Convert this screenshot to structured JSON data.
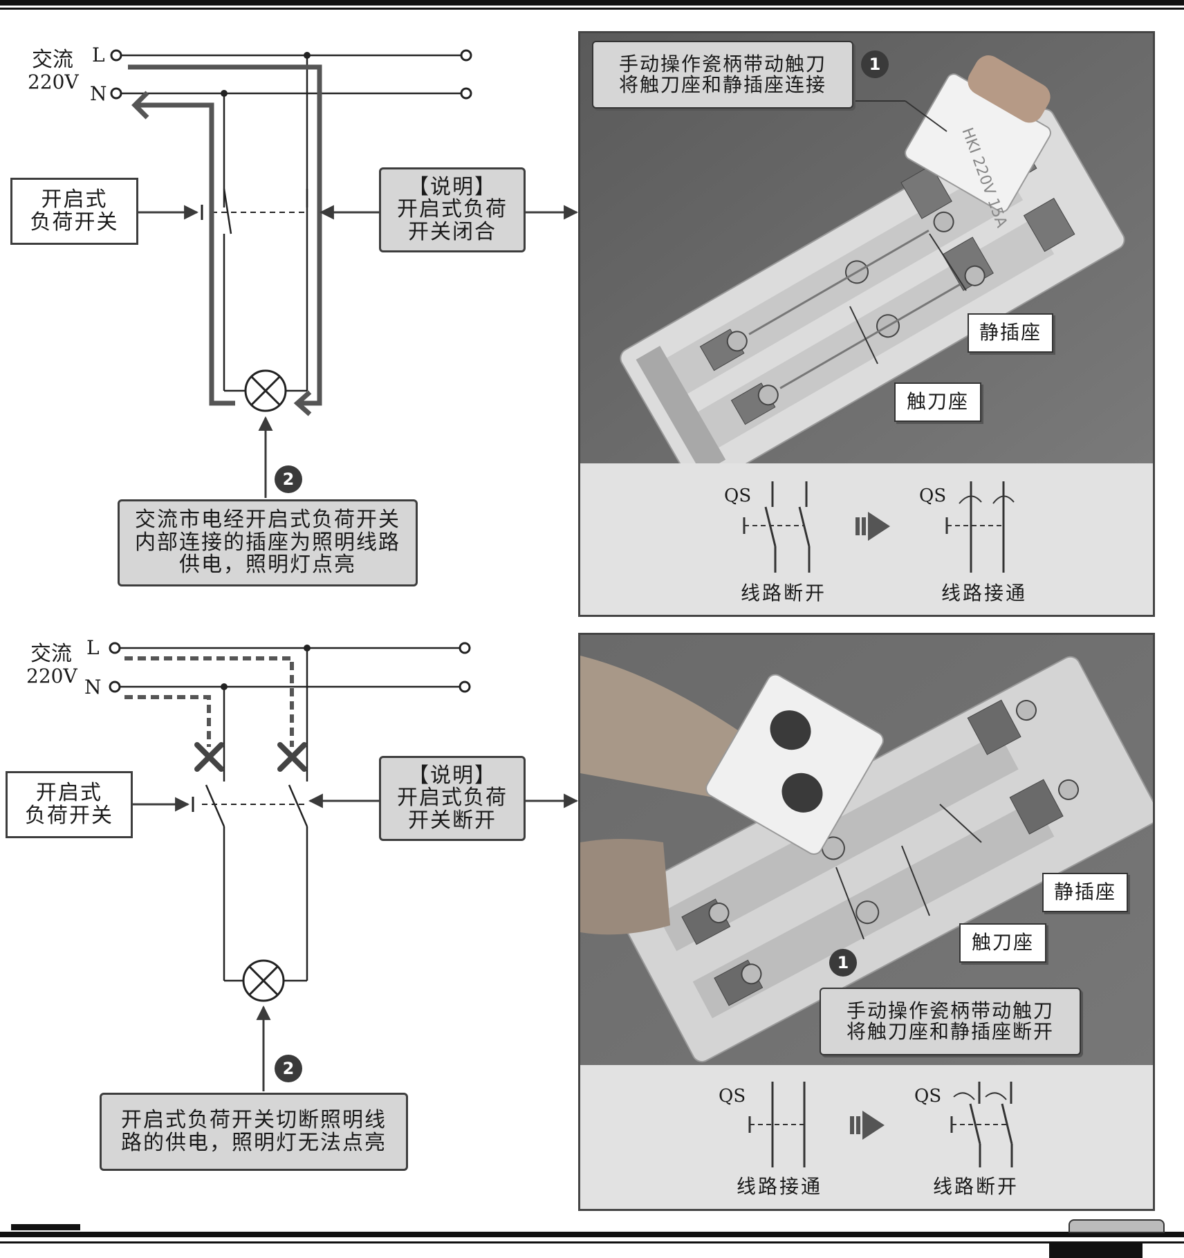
{
  "top": {
    "supply_label_1": "交流",
    "supply_label_2": "220V",
    "l_label": "L",
    "n_label": "N",
    "switch_label": "开启式\n负荷开关",
    "note": "【说明】\n开启式负荷\n开关闭合",
    "step1_text": "手动操作瓷柄带动触刀\n将触刀座和静插座连接",
    "step1_badge": "1",
    "step2_badge": "2",
    "step2_text": "交流市电经开启式负荷开关\n内部连接的插座为照明线路\n供电，照明灯点亮",
    "photo_label_static": "静插座",
    "photo_label_knife": "触刀座",
    "handle_text": "HKI 220V 15A",
    "sym_qs_left": "QS",
    "sym_qs_right": "QS",
    "sym_caption_left": "线路断开",
    "sym_caption_right": "线路接通"
  },
  "bottom": {
    "supply_label_1": "交流",
    "supply_label_2": "220V",
    "l_label": "L",
    "n_label": "N",
    "switch_label": "开启式\n负荷开关",
    "note": "【说明】\n开启式负荷\n开关断开",
    "step1_text": "手动操作瓷柄带动触刀\n将触刀座和静插座断开",
    "step1_badge": "1",
    "step2_badge": "2",
    "step2_text": "开启式负荷开关切断照明线\n路的供电，照明灯无法点亮",
    "photo_label_static": "静插座",
    "photo_label_knife": "触刀座",
    "sym_qs_left": "QS",
    "sym_qs_right": "QS",
    "sym_caption_left": "线路接通",
    "sym_caption_right": "线路断开"
  }
}
